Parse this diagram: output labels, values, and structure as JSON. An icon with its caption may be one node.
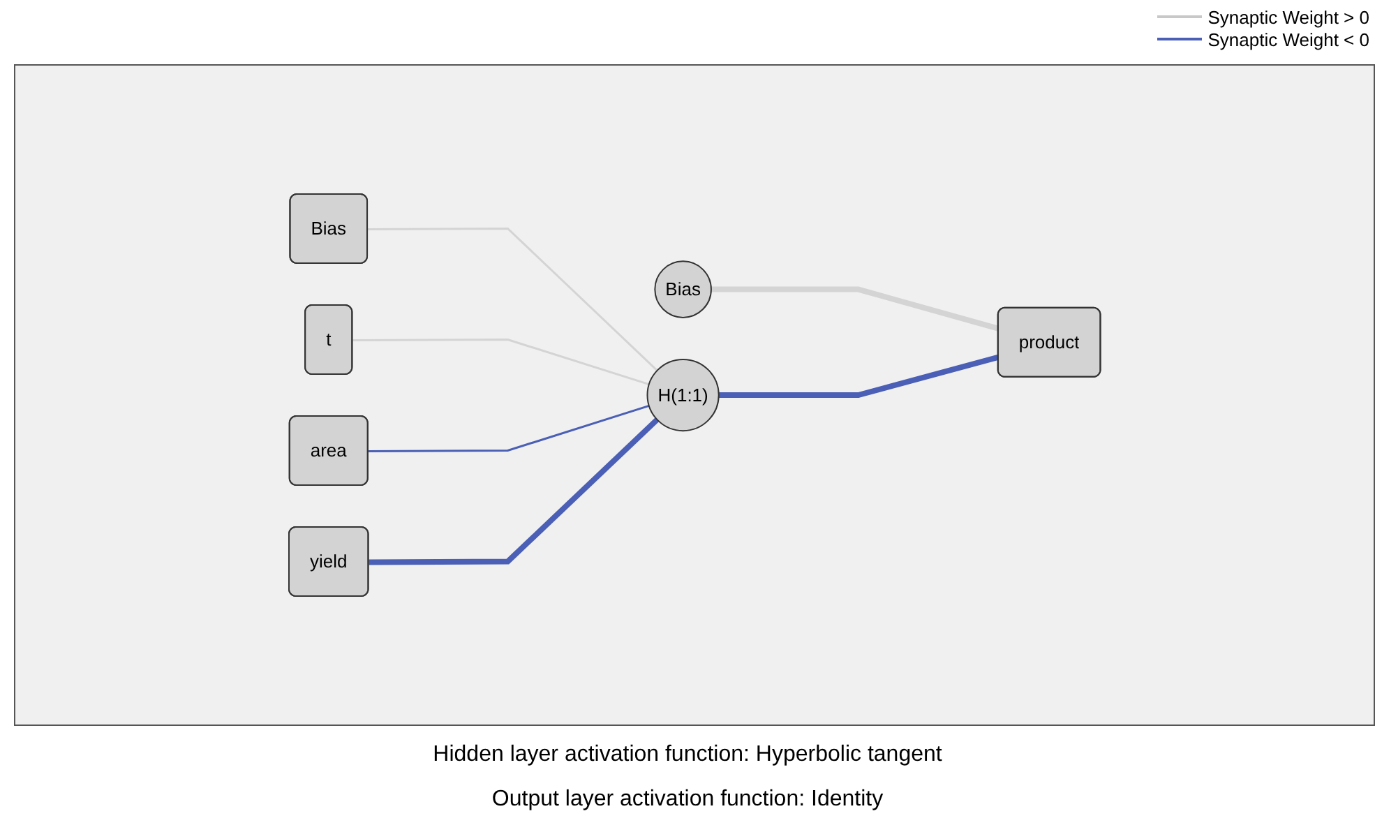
{
  "diagram": {
    "nodes": [
      {
        "text": [
          "Bias"
        ]
      },
      {
        "text": [
          "t"
        ]
      },
      {
        "text": [
          "area"
        ]
      },
      {
        "text": [
          "yield"
        ]
      },
      {
        "text": [
          "Bias"
        ]
      },
      {
        "text": [
          "H(1:1)"
        ]
      },
      {
        "text": [
          "product"
        ]
      }
    ],
    "edges": [
      {
        "from": 0,
        "to": 5,
        "arrow": "none",
        "color": "#d4d4d4"
      },
      {
        "from": 1,
        "to": 5,
        "arrow": "none",
        "color": "#d4d4d4"
      },
      {
        "from": 2,
        "to": 5,
        "arrow": "none",
        "color": "#4a5fb5"
      },
      {
        "from": 3,
        "to": 5,
        "arrow": "none",
        "style": "thick",
        "color": "#4a5fb5"
      },
      {
        "from": 4,
        "to": 6,
        "arrow": "none",
        "style": "thick",
        "color": "#d4d4d4"
      },
      {
        "from": 5,
        "to": 6,
        "arrow": "none",
        "style": "thick",
        "color": "#4a5fb5"
      }
    ],
    "labels": [
      "Hidden layer activation function: Hyperbolic tangent",
      "Output layer activation function: Identity"
    ],
    "legend": [
      {
        "text": "Synaptic Weight > 0"
      },
      {
        "text": "Synaptic Weight < 0"
      }
    ]
  }
}
